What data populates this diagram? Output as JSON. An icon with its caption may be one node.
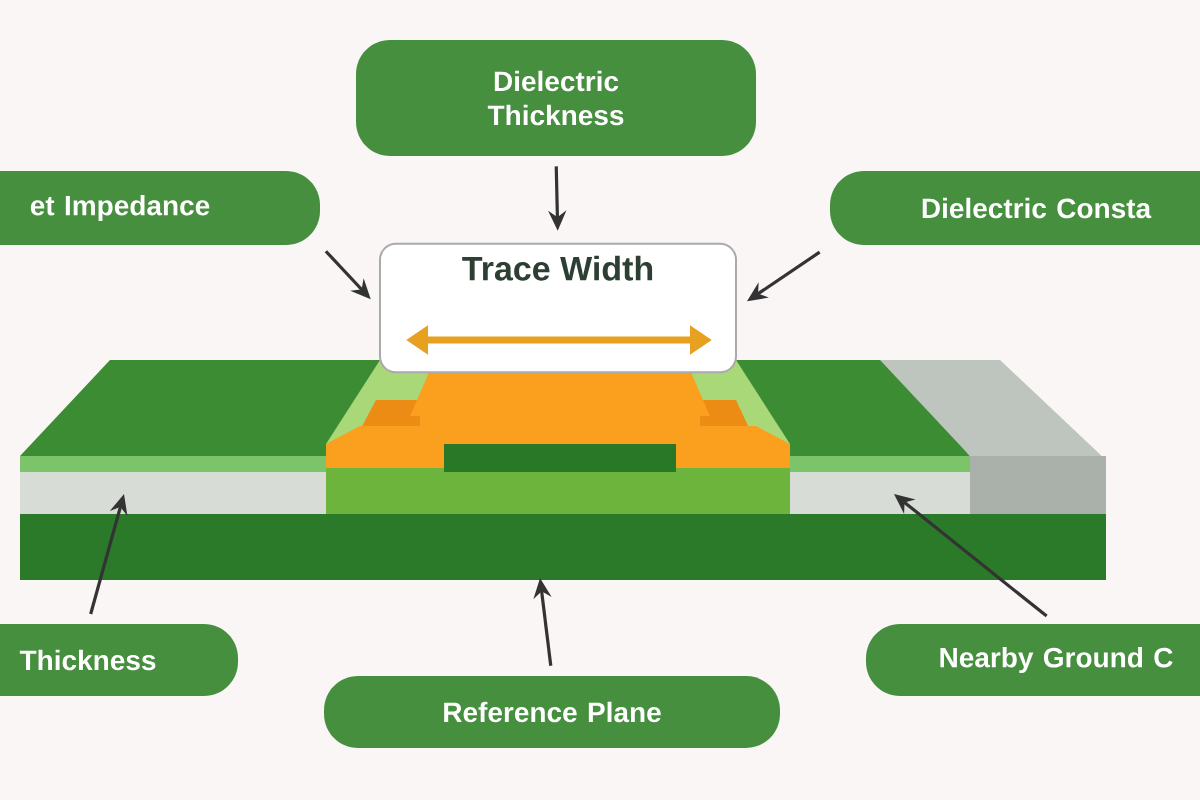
{
  "diagram": {
    "nodes": [
      {
        "text": [
          "Dielectric Thickness"
        ]
      },
      {
        "text": [
          "et Impedance"
        ]
      },
      {
        "text": [
          "Trace Width"
        ]
      },
      {
        "text": [
          "Dielectric Consta"
        ]
      },
      {
        "text": [
          "Thickness"
        ]
      },
      {
        "text": [
          "Reference Plane"
        ]
      },
      {
        "text": [
          "Nearby Ground C"
        ]
      }
    ],
    "edges": [
      {
        "from": 0,
        "to": 2,
        "arrow": "to"
      },
      {
        "from": 1,
        "to": 2,
        "arrow": "to"
      },
      {
        "from": 3,
        "to": 2,
        "arrow": "to"
      },
      {
        "from": 4,
        "to": null,
        "arrow": "to"
      },
      {
        "from": 5,
        "to": null,
        "arrow": "to"
      },
      {
        "from": 6,
        "to": null,
        "arrow": "to"
      }
    ]
  }
}
